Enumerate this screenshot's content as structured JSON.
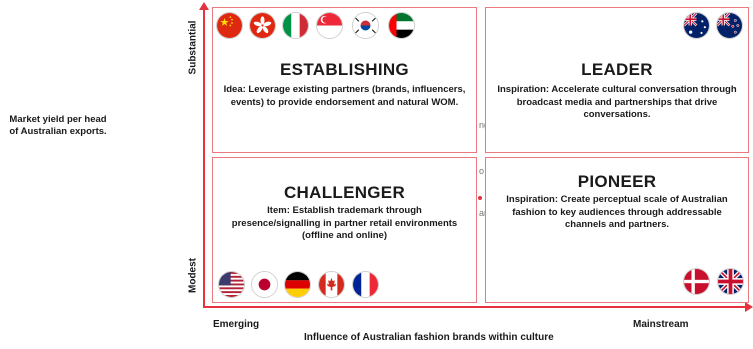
{
  "y_axis": {
    "note": "Market yield per head of Australian exports.",
    "top_label": "Substantial",
    "bottom_label": "Modest"
  },
  "x_axis": {
    "left_label": "Emerging",
    "right_label": "Mainstream",
    "title": "Influence of Australian fashion brands within culture"
  },
  "quadrants": {
    "establishing": {
      "title": "ESTABLISHING",
      "body": "Idea: Leverage existing partners (brands, influencers, events) to provide endorsement and natural WOM.",
      "flags": [
        "china-flag-icon",
        "hong-kong-flag-icon",
        "italy-flag-icon",
        "singapore-flag-icon",
        "south-korea-flag-icon",
        "uae-flag-icon"
      ]
    },
    "leader": {
      "title": "LEADER",
      "body": "Inspiration: Accelerate cultural conversation through broadcast media and partnerships that drive conversations.",
      "flags": [
        "australia-flag-icon",
        "new-zealand-flag-icon"
      ]
    },
    "challenger": {
      "title": "CHALLENGER",
      "body": "Item: Establish trademark through presence/signalling in partner retail environments (offline and online)",
      "flags": [
        "usa-flag-icon",
        "japan-flag-icon",
        "germany-flag-icon",
        "canada-flag-icon",
        "france-flag-icon"
      ]
    },
    "pioneer": {
      "title": "PIONEER",
      "body": "Inspiration: Create perceptual scale of Australian fashion to key audiences through addressable channels and partners.",
      "flags": [
        "denmark-flag-icon",
        "uk-flag-icon"
      ]
    }
  },
  "stray_fragments": [
    "ng",
    "o",
    "ar"
  ],
  "colors": {
    "axis": "#e5323f",
    "quadrant_border": "#e87a80",
    "text": "#1a1a1a"
  }
}
